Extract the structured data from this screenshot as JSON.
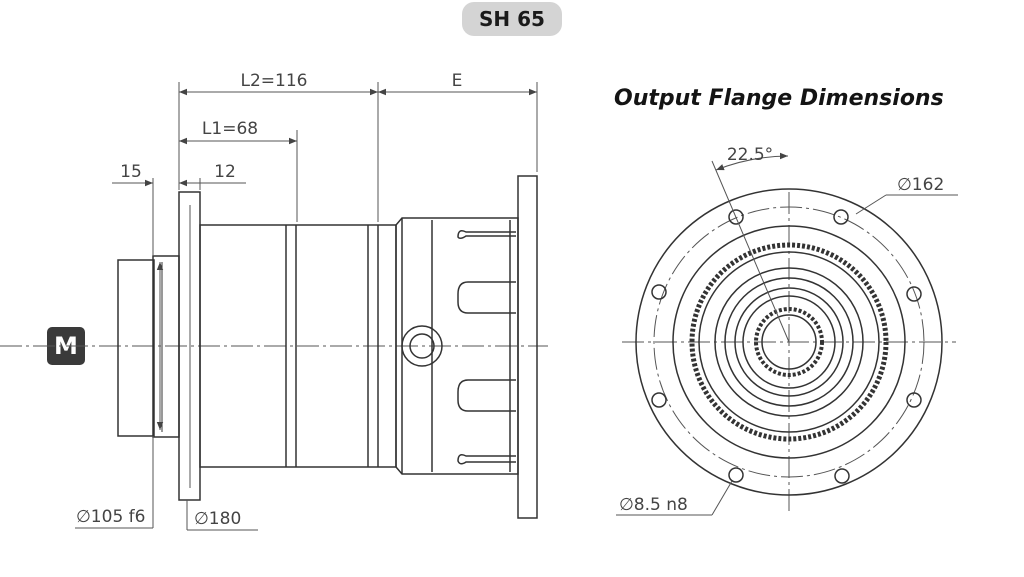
{
  "model_badge": "SH 65",
  "input_marker": "M",
  "flange_title": "Output Flange Dimensions",
  "side_view": {
    "dim_l2": "L2=116",
    "dim_e": "E",
    "dim_l1": "L1=68",
    "dim_15": "15",
    "dim_12": "12",
    "dim_pilot": "∅105 f6",
    "dim_flange": "∅180"
  },
  "flange_view": {
    "dim_angle": "22.5°",
    "dim_pcd": "∅162",
    "dim_hole": "∅8.5 n8"
  },
  "colors": {
    "line": "#333333",
    "text": "#444444",
    "badge_bg": "#d4d4d4",
    "marker_bg": "#3a3a3a"
  }
}
